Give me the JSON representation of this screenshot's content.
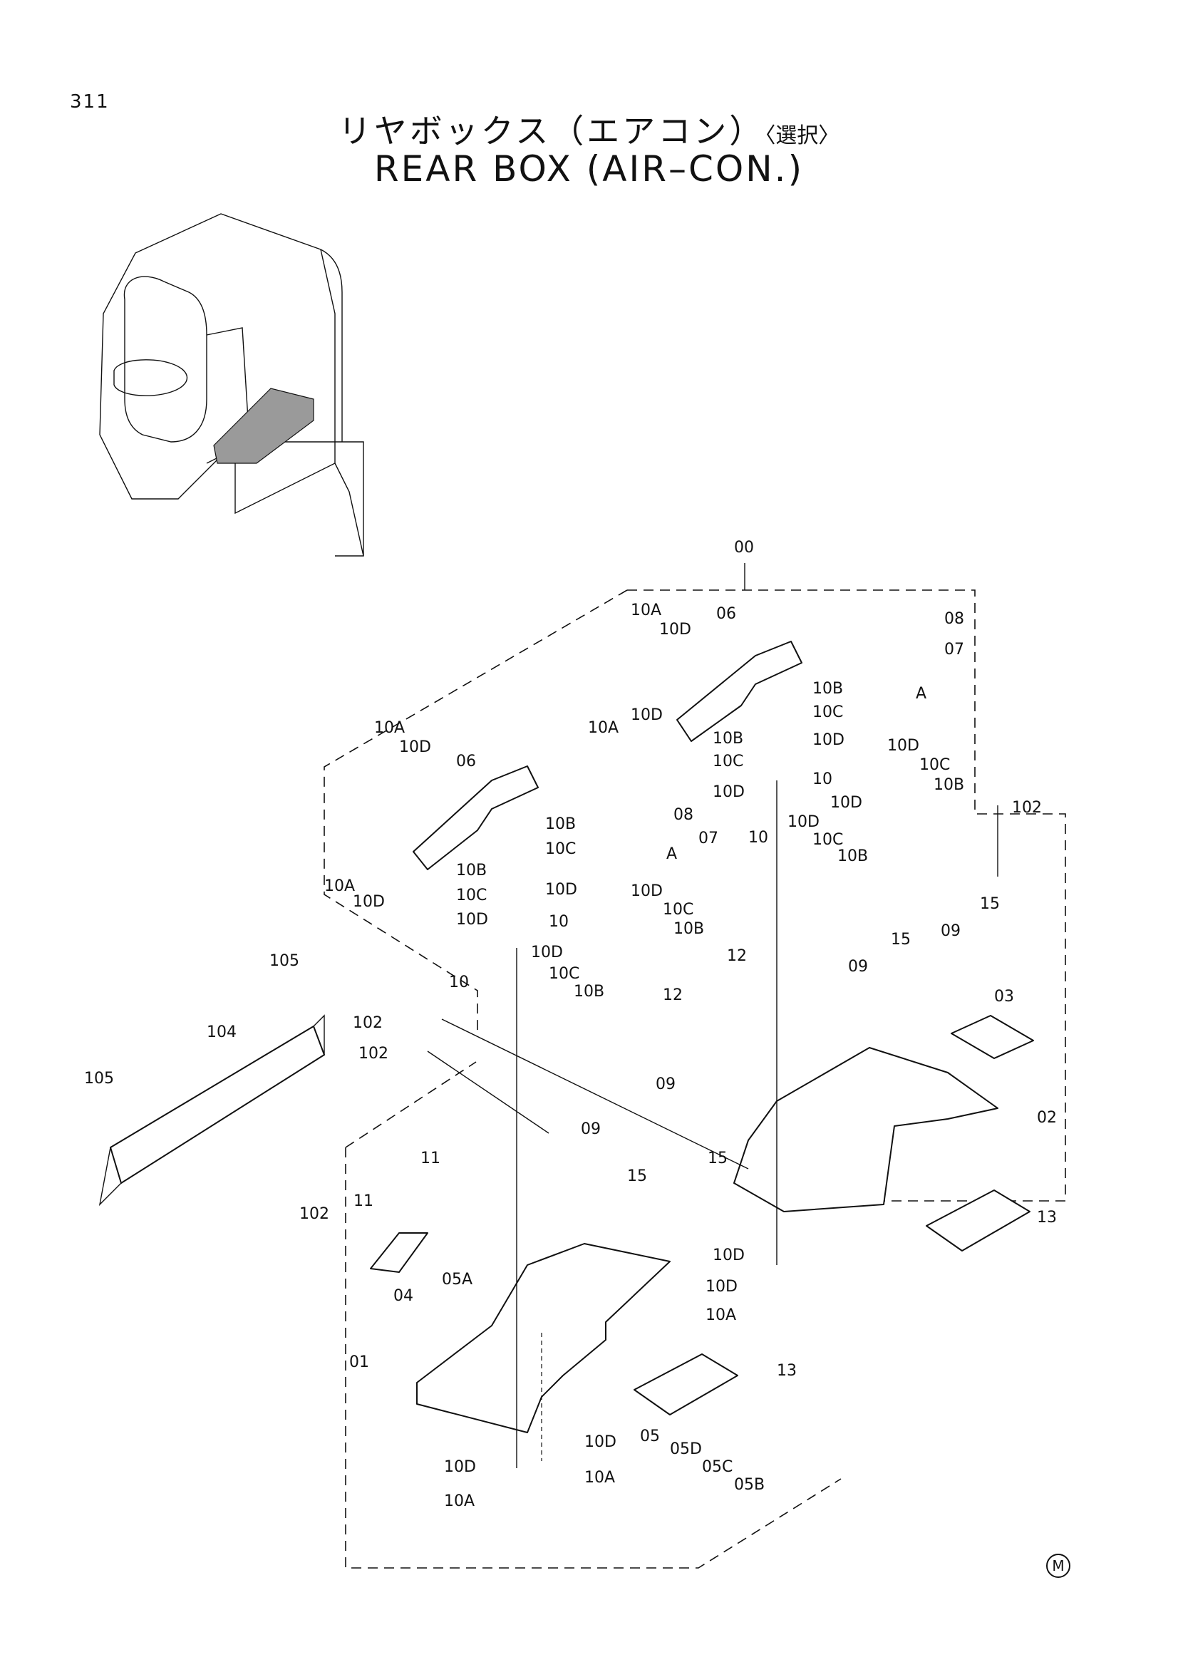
{
  "page_number": "311",
  "title_ja": "リヤボックス（エアコン）",
  "title_ja_option": "〈選択〉",
  "title_en": "REAR BOX (AIR–CON.)",
  "mark": "M",
  "callouts": [
    {
      "text": "00"
    },
    {
      "text": "10A"
    },
    {
      "text": "10D"
    },
    {
      "text": "06"
    },
    {
      "text": "08"
    },
    {
      "text": "07"
    },
    {
      "text": "10A"
    },
    {
      "text": "10D"
    },
    {
      "text": "10B"
    },
    {
      "text": "10C"
    },
    {
      "text": "10D"
    },
    {
      "text": "A"
    },
    {
      "text": "10B"
    },
    {
      "text": "10C"
    },
    {
      "text": "10D"
    },
    {
      "text": "10"
    },
    {
      "text": "10D"
    },
    {
      "text": "10C"
    },
    {
      "text": "10B"
    },
    {
      "text": "102"
    },
    {
      "text": "10D"
    },
    {
      "text": "10C"
    },
    {
      "text": "10B"
    },
    {
      "text": "10"
    },
    {
      "text": "10D"
    },
    {
      "text": "10A"
    },
    {
      "text": "10D"
    },
    {
      "text": "06"
    },
    {
      "text": "10A"
    },
    {
      "text": "10D"
    },
    {
      "text": "10B"
    },
    {
      "text": "10C"
    },
    {
      "text": "10D"
    },
    {
      "text": "08"
    },
    {
      "text": "07"
    },
    {
      "text": "A"
    },
    {
      "text": "10B"
    },
    {
      "text": "10C"
    },
    {
      "text": "10D"
    },
    {
      "text": "10"
    },
    {
      "text": "10D"
    },
    {
      "text": "10C"
    },
    {
      "text": "10B"
    },
    {
      "text": "10"
    },
    {
      "text": "10D"
    },
    {
      "text": "10C"
    },
    {
      "text": "10B"
    },
    {
      "text": "105"
    },
    {
      "text": "104"
    },
    {
      "text": "105"
    },
    {
      "text": "102"
    },
    {
      "text": "102"
    },
    {
      "text": "12"
    },
    {
      "text": "12"
    },
    {
      "text": "09"
    },
    {
      "text": "15"
    },
    {
      "text": "09"
    },
    {
      "text": "15"
    },
    {
      "text": "09"
    },
    {
      "text": "15"
    },
    {
      "text": "03"
    },
    {
      "text": "02"
    },
    {
      "text": "13"
    },
    {
      "text": "09"
    },
    {
      "text": "15"
    },
    {
      "text": "11"
    },
    {
      "text": "11"
    },
    {
      "text": "102"
    },
    {
      "text": "04"
    },
    {
      "text": "05A"
    },
    {
      "text": "01"
    },
    {
      "text": "13"
    },
    {
      "text": "10D"
    },
    {
      "text": "10D"
    },
    {
      "text": "10A"
    },
    {
      "text": "10D"
    },
    {
      "text": "10A"
    },
    {
      "text": "10D"
    },
    {
      "text": "10A"
    },
    {
      "text": "05"
    },
    {
      "text": "05D"
    },
    {
      "text": "05C"
    },
    {
      "text": "05B"
    }
  ]
}
